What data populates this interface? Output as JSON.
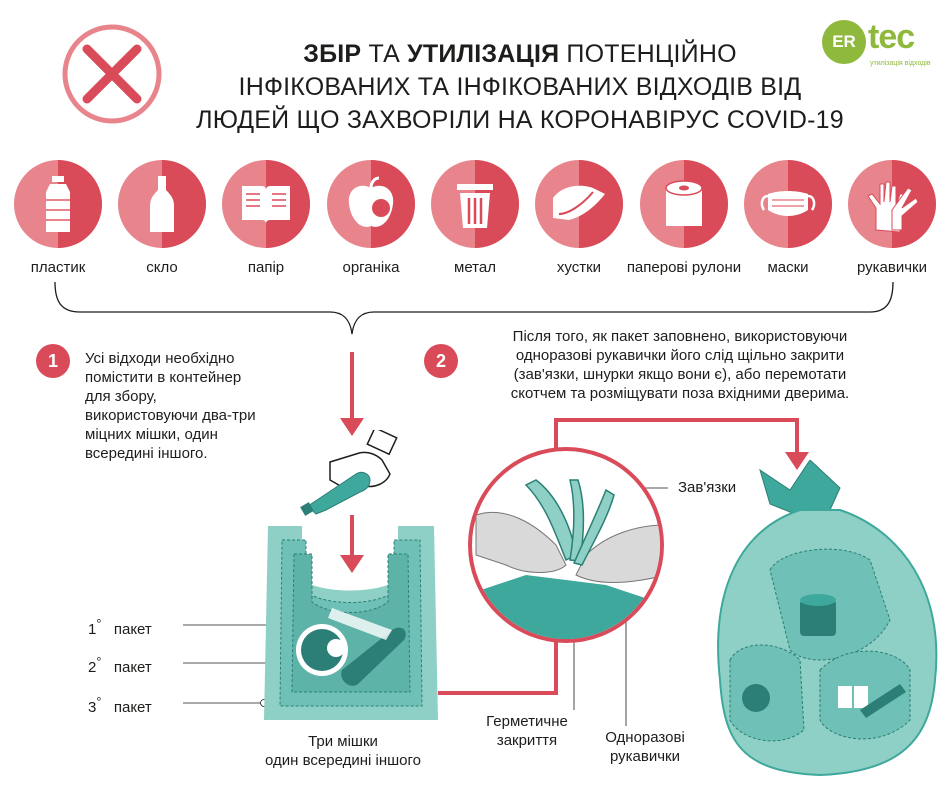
{
  "title": {
    "part1": "ЗБІР",
    "part2": " ТА ",
    "part3": "УТИЛІЗАЦІЯ",
    "part4": " ПОТЕНЦІЙНО",
    "line2": "ІНФІКОВАНИХ ТА ІНФІКОВАНИХ ВІДХОДІВ ВІД",
    "line3": "ЛЮДЕЙ ЩО ЗАХВОРІЛИ НА КОРОНАВІРУС COVID-19"
  },
  "logo": {
    "mark": "ER",
    "text": "tec",
    "sub": "утилізація відходів"
  },
  "categories": [
    {
      "label": "пластик",
      "icon": "plastic-bottle-icon"
    },
    {
      "label": "скло",
      "icon": "glass-bottle-icon"
    },
    {
      "label": "папір",
      "icon": "book-icon"
    },
    {
      "label": "органіка",
      "icon": "apple-icon"
    },
    {
      "label": "метал",
      "icon": "trash-can-icon"
    },
    {
      "label": "хустки",
      "icon": "tissue-icon"
    },
    {
      "label": "паперові рулони",
      "icon": "paper-roll-icon"
    },
    {
      "label": "маски",
      "icon": "mask-icon"
    },
    {
      "label": "рукавички",
      "icon": "gloves-icon"
    }
  ],
  "step1": {
    "number": "1",
    "lines": [
      "Усі відходи необхідно",
      "помістити в контейнер",
      "для збору,",
      "використовуючи два-три",
      "міцних мішки, один",
      "всередині іншого."
    ]
  },
  "step2": {
    "number": "2",
    "lines": [
      "Після того, як пакет заповнено, використовуючи",
      "одноразові рукавички його слід щільно закрити",
      "(зав'язки, шнурки якщо вони є), або перемотати",
      "скотчем та розміщувати поза вхідними дверима."
    ]
  },
  "bag_labels": [
    {
      "num": "1",
      "sup": "°",
      "text": "пакет"
    },
    {
      "num": "2",
      "sup": "°",
      "text": "пакет"
    },
    {
      "num": "3",
      "sup": "°",
      "text": "пакет"
    }
  ],
  "bags_caption": [
    "Три мішки",
    "один всередині іншого"
  ],
  "ties_label": "Зав'язки",
  "sealed_caption": [
    "Герметичне",
    "закриття"
  ],
  "gloves_caption": [
    "Одноразові",
    "рукавички"
  ],
  "colors": {
    "red": "#d94b59",
    "pink": "#e8848c",
    "teal": "#3fa89c",
    "teal_light": "#8fd0c6",
    "green": "#8fb93c"
  }
}
